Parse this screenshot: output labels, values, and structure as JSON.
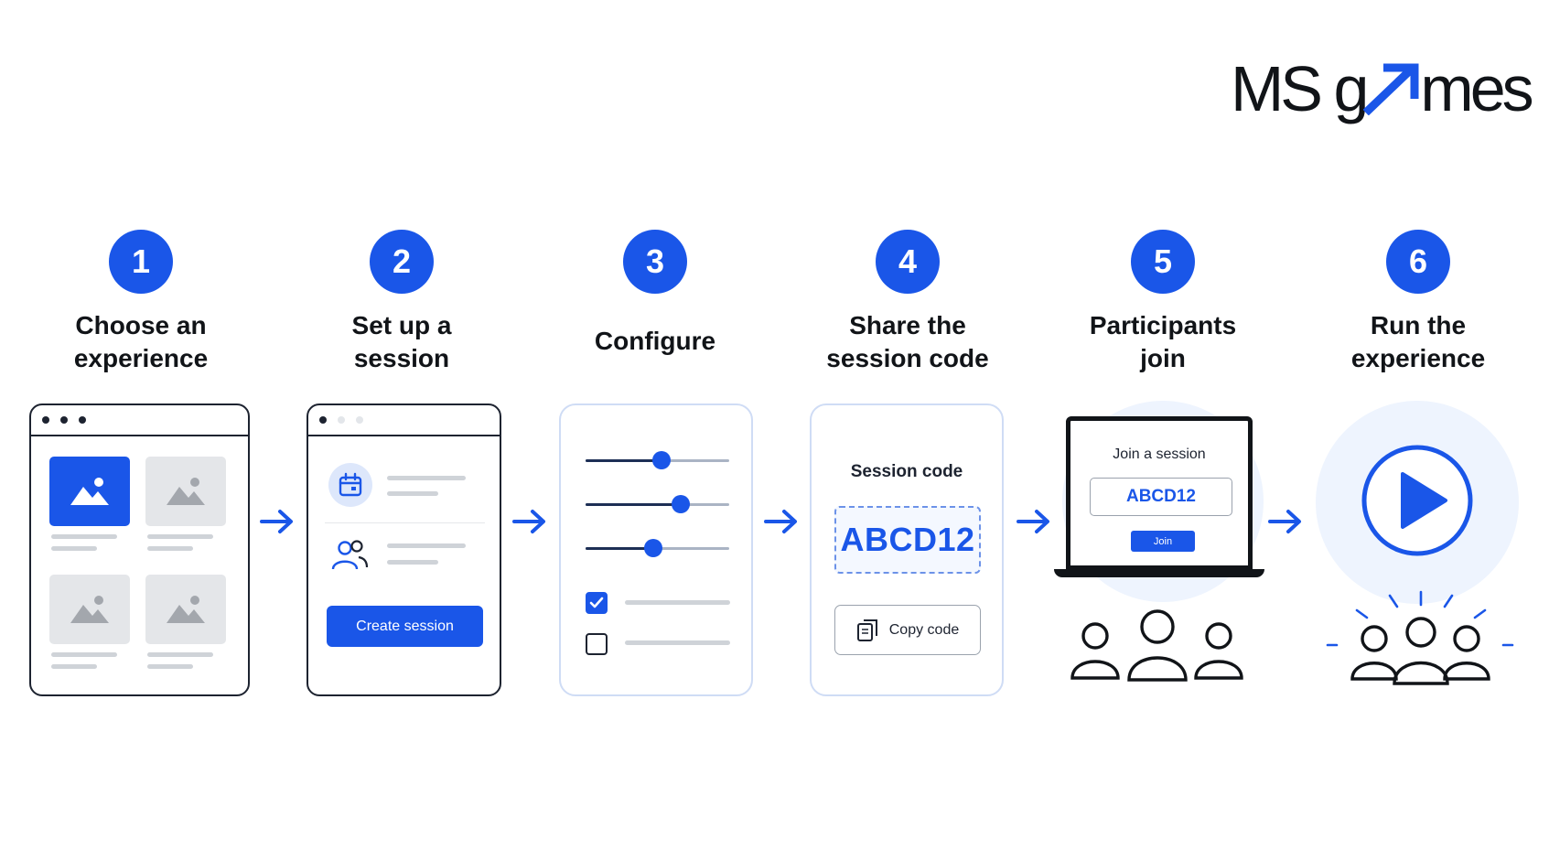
{
  "brand": {
    "logo_part1": "MS g",
    "logo_part2": "mes",
    "accent": "#1a56e8"
  },
  "steps": [
    {
      "number": "1",
      "title_line1": "Choose an",
      "title_line2": "experience"
    },
    {
      "number": "2",
      "title_line1": "Set up a",
      "title_line2": "session"
    },
    {
      "number": "3",
      "title": "Configure"
    },
    {
      "number": "4",
      "title_line1": "Share the",
      "title_line2": "session code"
    },
    {
      "number": "5",
      "title_line1": "Participants",
      "title_line2": "join"
    },
    {
      "number": "6",
      "title_line1": "Run the",
      "title_line2": "experience"
    }
  ],
  "setup_card": {
    "create_button": "Create session"
  },
  "configure_card": {
    "slider_levels": [
      0.53,
      0.66,
      0.47
    ],
    "checkbox_1_checked": true,
    "checkbox_2_checked": false
  },
  "share_card": {
    "label": "Session code",
    "code": "ABCD12",
    "copy_button": "Copy code"
  },
  "join_card": {
    "title": "Join a session",
    "code": "ABCD12",
    "join_button": "Join"
  },
  "icons": {
    "logo_arrow": "diagonal-arrow-icon",
    "flow_arrow": "arrow-right-icon",
    "calendar": "calendar-icon",
    "users": "users-icon",
    "copy": "copy-icon",
    "play": "play-icon",
    "image": "image-icon"
  }
}
